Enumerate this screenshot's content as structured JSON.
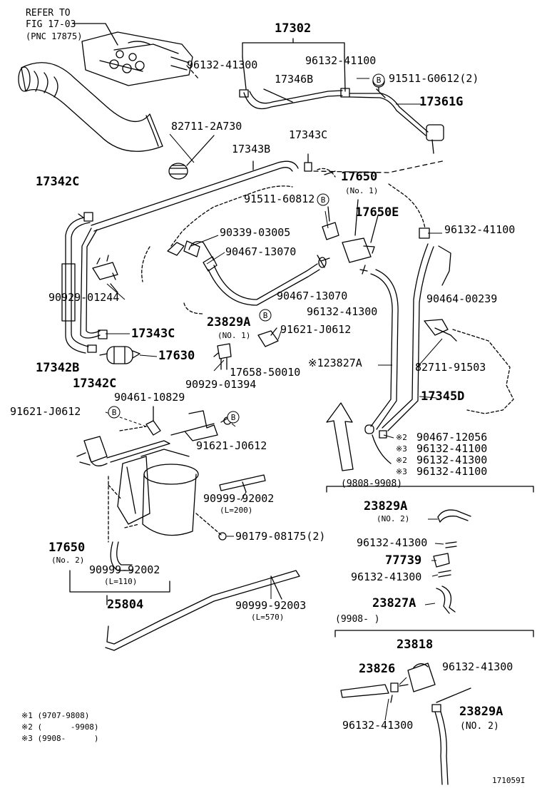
{
  "reference": {
    "line1": "REFER TO",
    "line2": "FIG 17-03",
    "line3": "(PNC 17875)"
  },
  "callouts": {
    "c17302": "17302",
    "c96132_41300_a": "96132-41300",
    "c96132_41100_a": "96132-41100",
    "c17346B": "17346B",
    "c91511_G0612": "91511-G0612(2)",
    "c17361G": "17361G",
    "c82711_2A730": "82711-2A730",
    "c17343C_a": "17343C",
    "c17343B": "17343B",
    "c17342C_a": "17342C",
    "c17650_a": "17650",
    "c17650_a_note": "(No. 1)",
    "c91511_60812": "91511-60812",
    "c17650E": "17650E",
    "c96132_41100_b": "96132-41100",
    "c90339_03005": "90339-03005",
    "c90467_13070_a": "90467-13070",
    "c90929_01244": "90929-01244",
    "c90467_13070_b": "90467-13070",
    "c96132_41300_b": "96132-41300",
    "c90464_00239": "90464-00239",
    "c23829A_a": "23829A",
    "c23829A_a_note": "(NO. 1)",
    "c91621_J0612_a": "91621-J0612",
    "c17343C_b": "17343C",
    "c17630": "17630",
    "c17342B": "17342B",
    "c17342C_b": "17342C",
    "c17658_50010": "17658-50010",
    "c90929_01394": "90929-01394",
    "c123827A": "※123827A",
    "c82711_91503": "82711-91503",
    "c17345D": "17345D",
    "c90461_10829": "90461-10829",
    "c91621_J0612_b": "91621-J0612",
    "c91621_J0612_c": "91621-J0612",
    "c90467_12056": "90467-12056",
    "c90467_12056_mark": "※2",
    "c96132_41100_c": "96132-41100",
    "c96132_41100_c_mark": "※3",
    "c96132_41300_c": "96132-41300",
    "c96132_41300_c_mark": "※2",
    "c96132_41100_d": "96132-41100",
    "c96132_41100_d_mark": "※3",
    "c90999_92002_a": "90999-92002",
    "c90999_92002_a_len": "(L=200)",
    "c90179_08175": "90179-08175(2)",
    "c17650_b": "17650",
    "c17650_b_note": "(No. 2)",
    "c90999_92002_b": "90999-92002",
    "c90999_92002_b_len": "(L=110)",
    "c25804": "25804",
    "c90999_92003": "90999-92003",
    "c90999_92003_len": "(L=570)"
  },
  "badge_letter": "B",
  "inset_1": {
    "range": "(9808-9908)",
    "c23829A": "23829A",
    "c23829A_note": "(NO. 2)",
    "c96132_41300_a": "96132-41300",
    "c77739": "77739",
    "c96132_41300_b": "96132-41300",
    "c23827A": "23827A"
  },
  "inset_2": {
    "range": "(9908-        )",
    "c23818": "23818",
    "c23826": "23826",
    "c96132_41300_a": "96132-41300",
    "c96132_41300_b": "96132-41300",
    "c23829A": "23829A",
    "c23829A_note": "(NO. 2)"
  },
  "legend": {
    "row1": "※1 (9707-9808)",
    "row2": "※2 (      -9908)",
    "row3": "※3 (9908-      )"
  },
  "figure_id": "171059I"
}
